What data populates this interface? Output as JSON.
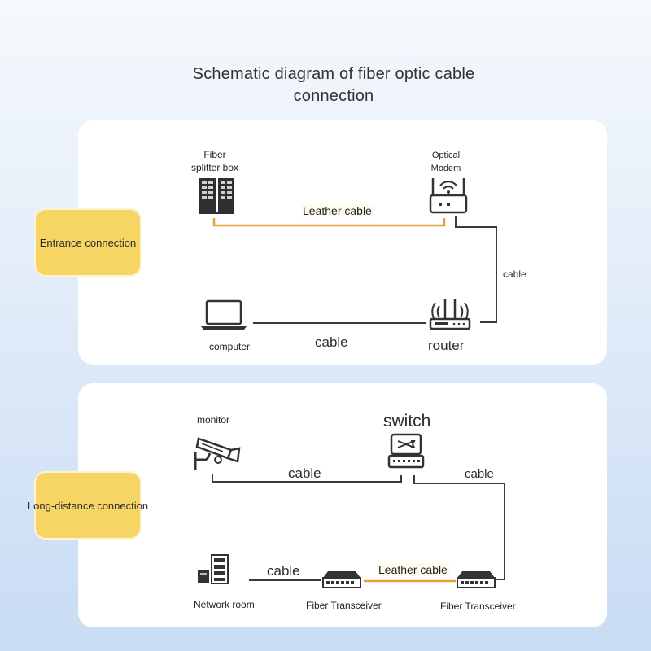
{
  "title": "Schematic diagram of fiber optic cable connection",
  "panels": {
    "entrance": {
      "tag": "Entrance connection",
      "fiber_splitter_box": "Fiber splitter box",
      "optical_modem": "Optical Modem",
      "leather_cable": "Leather cable",
      "cable_right": "cable",
      "computer": "computer",
      "cable_bottom": "cable",
      "router": "router"
    },
    "long_distance": {
      "tag": "Long-distance connection",
      "monitor": "monitor",
      "switch": "switch",
      "cable_left": "cable",
      "cable_right": "cable",
      "network_room": "Network room",
      "cable_bottom": "cable",
      "fiber_transceiver_1": "Fiber Transceiver",
      "leather_cable": "Leather cable",
      "fiber_transceiver_2": "Fiber Transceiver"
    }
  },
  "colors": {
    "fiber_line": "#e2a23a",
    "cable_line": "#3a3a3a",
    "tag_fill": "#f7d565",
    "panel_fill": "#ffffff"
  }
}
